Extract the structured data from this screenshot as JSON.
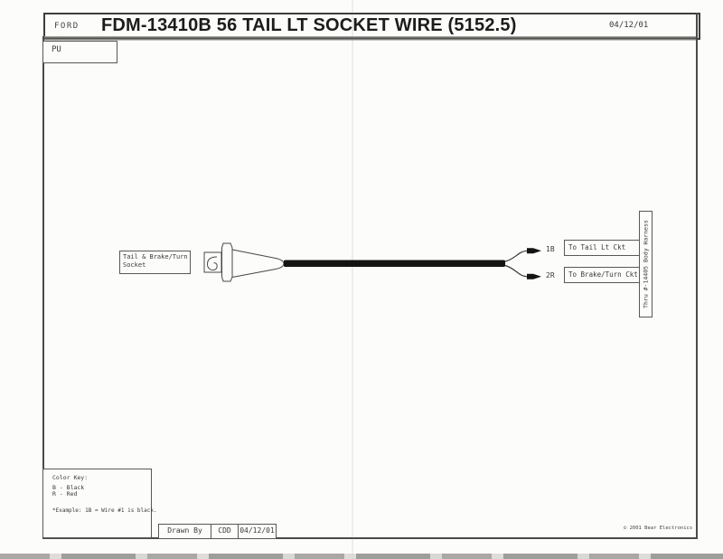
{
  "header": {
    "brand": "FORD",
    "title": "FDM-13410B  56 TAIL LT SOCKET WIRE (5152.5)",
    "date": "04/12/01"
  },
  "sheet": {
    "code": "PU"
  },
  "diagram": {
    "socket_label_line1": "Tail & Brake/Turn",
    "socket_label_line2": "Socket",
    "wires": [
      {
        "code": "1B",
        "destination": "To Tail Lt Ckt"
      },
      {
        "code": "2R",
        "destination": "To Brake/Turn Ckt"
      }
    ],
    "harness_label": "Thru #-14405 Body Harness",
    "wire_color": "#141414"
  },
  "color_key": {
    "title": "Color Key:",
    "entries": [
      "B - Black",
      "R - Red"
    ],
    "example": "*Example: 1B = Wire #1 is black."
  },
  "footer": {
    "drawn_by_label": "Drawn By",
    "drawn_by_value": "CDD",
    "date": "04/12/01",
    "copyright": "©  2001 Bear Electronics"
  }
}
